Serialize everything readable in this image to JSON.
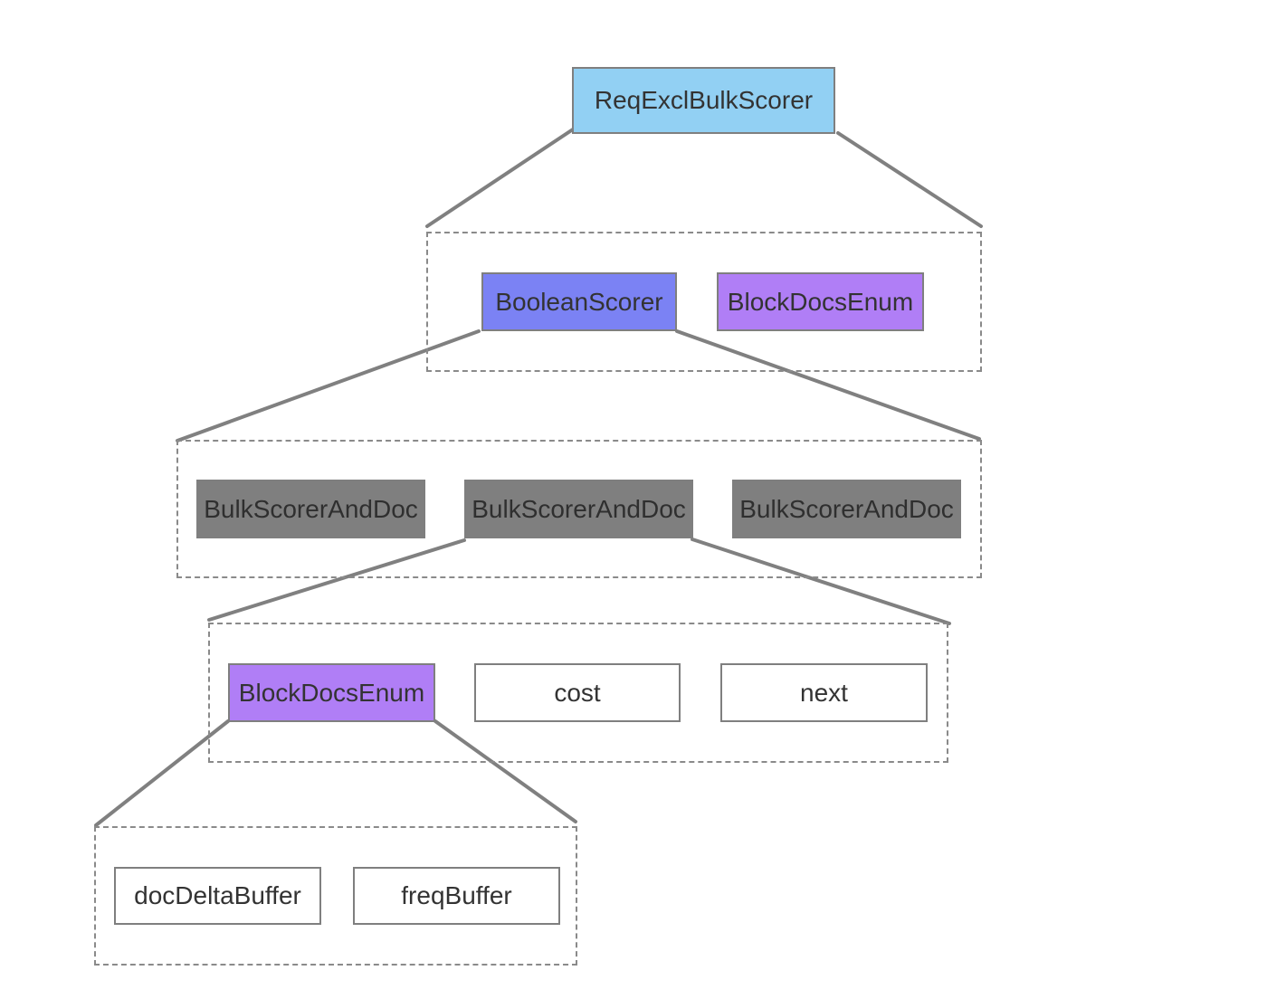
{
  "nodes": {
    "root": "ReqExclBulkScorer",
    "boolean_scorer": "BooleanScorer",
    "block_docs_enum_top": "BlockDocsEnum",
    "bulk_scorer_1": "BulkScorerAndDoc",
    "bulk_scorer_2": "BulkScorerAndDoc",
    "bulk_scorer_3": "BulkScorerAndDoc",
    "block_docs_enum_inner": "BlockDocsEnum",
    "cost": "cost",
    "next": "next",
    "doc_delta_buffer": "docDeltaBuffer",
    "freq_buffer": "freqBuffer"
  },
  "colors": {
    "root": "#92d0f3",
    "boolean_scorer": "#7b82f4",
    "block_docs_enum": "#b07ef6",
    "bulk_scorer": "#7f7f7f",
    "plain": "#ffffff",
    "line": "#808080",
    "dashed_border": "#8a8a8a"
  }
}
